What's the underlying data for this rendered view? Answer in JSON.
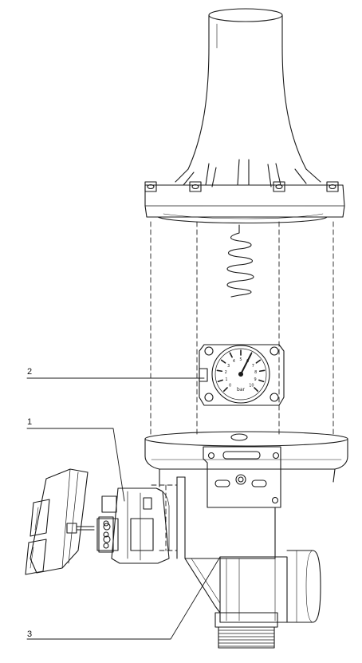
{
  "callouts": [
    {
      "number": "1",
      "part": "pressure switch"
    },
    {
      "number": "2",
      "part": "pressure gauge"
    },
    {
      "number": "3",
      "part": "valve body"
    }
  ],
  "gauge": {
    "unit": "bar",
    "ticks": [
      "0",
      "1",
      "2",
      "3",
      "4",
      "5",
      "6",
      "7",
      "8",
      "9",
      "10"
    ],
    "reading": 6
  },
  "colors": {
    "line": "#1a1a1a",
    "background": "#ffffff",
    "dash": "#222222"
  },
  "icons": [
    "pressure-gauge-icon",
    "coil-spring-icon",
    "terminal-block-icon"
  ]
}
